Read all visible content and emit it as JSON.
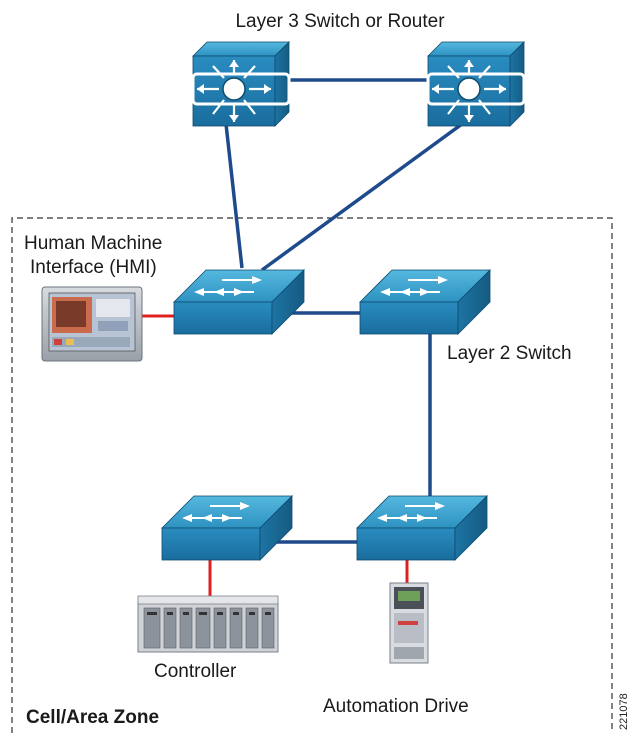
{
  "labels": {
    "router": "Layer 3 Switch or Router",
    "hmi_line1": "Human Machine",
    "hmi_line2": "Interface (HMI)",
    "l2switch": "Layer 2 Switch",
    "controller": "Controller",
    "drive": "Automation Drive",
    "zone": "Cell/Area Zone",
    "figure_id": "221078"
  },
  "colors": {
    "switch_top": "#3a9fc8",
    "switch_front": "#1f7fb0",
    "switch_side": "#1a6c96",
    "trunk_link": "#1f4a8c",
    "device_link": "#e02020",
    "zone_border": "#333333"
  }
}
